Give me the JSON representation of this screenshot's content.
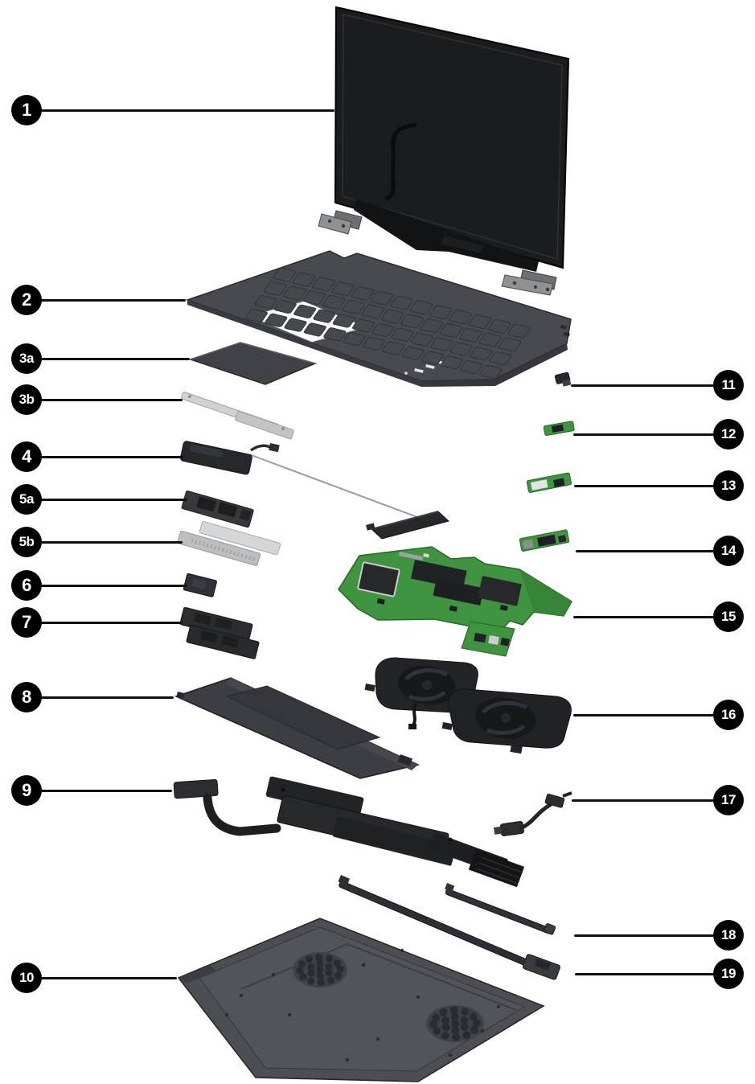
{
  "figure": {
    "kind": "exploded-view-parts-diagram",
    "device": "laptop",
    "background_color": "#ffffff",
    "colors": {
      "badge_fill": "#000000",
      "badge_text": "#ffffff",
      "leader_line": "#101010",
      "chassis_gray": "#474a4f",
      "dark_part": "#26282b",
      "bracket_silver": "#cfd1d3",
      "pcb_green": "#3f9440",
      "hinge_metal": "#8f9294"
    },
    "callouts": [
      {
        "label": "1",
        "part": "display-assembly",
        "side": "left"
      },
      {
        "label": "2",
        "part": "top-cover-with-keyboard",
        "side": "left"
      },
      {
        "label": "3a",
        "part": "touchpad",
        "side": "left"
      },
      {
        "label": "3b",
        "part": "touchpad-bracket",
        "side": "left"
      },
      {
        "label": "4",
        "part": "speakers",
        "side": "left"
      },
      {
        "label": "5a",
        "part": "solid-state-drive",
        "side": "left"
      },
      {
        "label": "5b",
        "part": "drive-bracket",
        "side": "left"
      },
      {
        "label": "6",
        "part": "wlan-module",
        "side": "left"
      },
      {
        "label": "7",
        "part": "memory-modules",
        "side": "left"
      },
      {
        "label": "8",
        "part": "battery",
        "side": "left"
      },
      {
        "label": "9",
        "part": "heat-sink",
        "side": "left"
      },
      {
        "label": "10",
        "part": "bottom-cover",
        "side": "left"
      },
      {
        "label": "11",
        "part": "power-button-board",
        "side": "right"
      },
      {
        "label": "12",
        "part": "small-circuit-board-12",
        "side": "right"
      },
      {
        "label": "13",
        "part": "small-circuit-board-13",
        "side": "right"
      },
      {
        "label": "14",
        "part": "small-circuit-board-14",
        "side": "right"
      },
      {
        "label": "15",
        "part": "system-board",
        "side": "right"
      },
      {
        "label": "16",
        "part": "fans",
        "side": "right"
      },
      {
        "label": "17",
        "part": "power-connector-cable",
        "side": "right"
      },
      {
        "label": "18",
        "part": "rear-bracket-right",
        "side": "right"
      },
      {
        "label": "19",
        "part": "rear-bracket-left",
        "side": "right"
      }
    ]
  }
}
